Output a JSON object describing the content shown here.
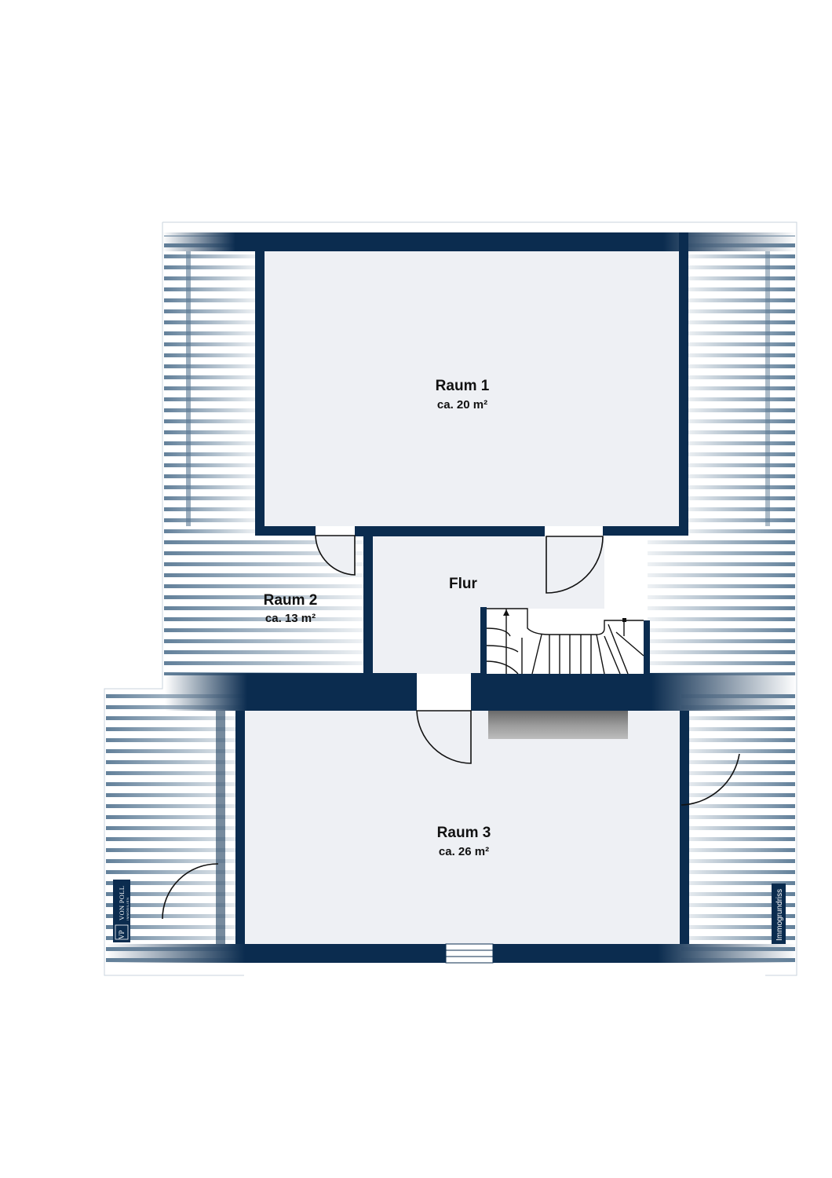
{
  "rooms": {
    "raum1": {
      "name": "Raum 1",
      "area": "ca. 20 m²"
    },
    "raum2": {
      "name": "Raum 2",
      "area": "ca. 13 m²"
    },
    "flur": {
      "name": "Flur"
    },
    "raum3": {
      "name": "Raum 3",
      "area": "ca. 26 m²"
    }
  },
  "branding": {
    "logo_mark": "VP",
    "logo_name": "VON POLL",
    "logo_sub": "IMMOBILIEN",
    "watermark": "Immogrundriss"
  },
  "colors": {
    "wall": "#0b2c4f",
    "floor": "#eef0f4",
    "hatch": "#5f7d95",
    "background": "#ffffff"
  }
}
